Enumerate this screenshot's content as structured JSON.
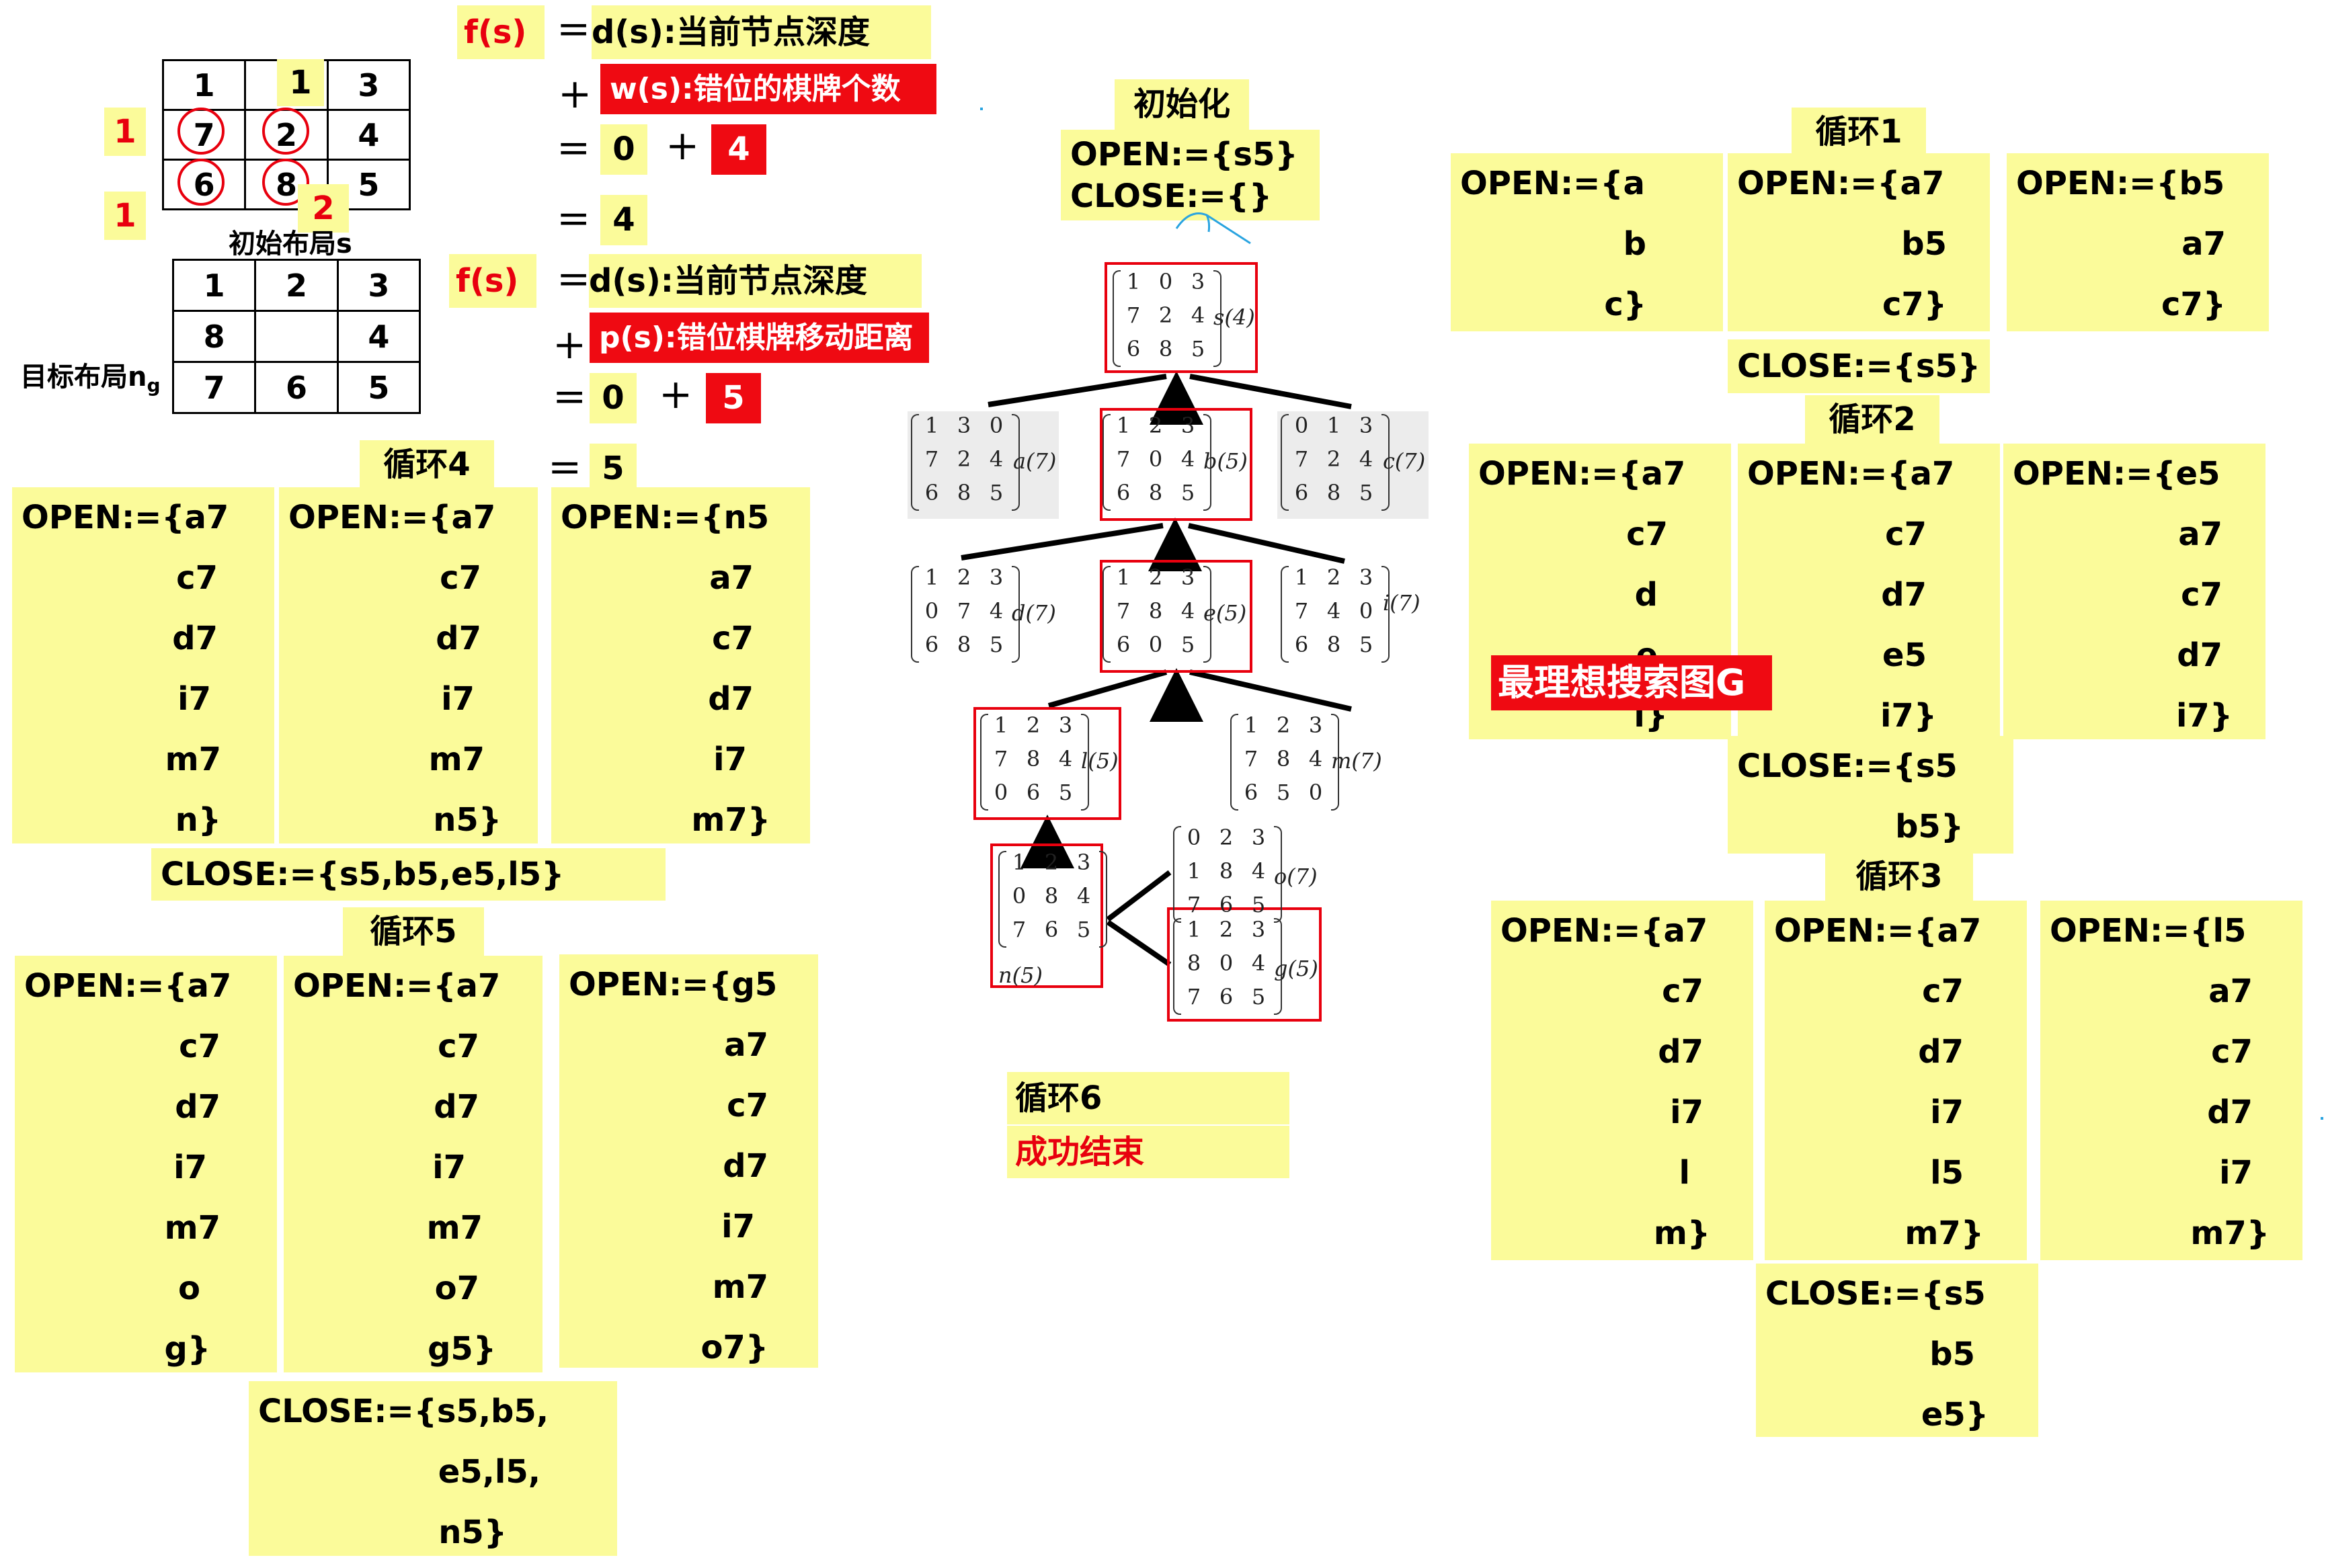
{
  "initial": {
    "grid": [
      [
        "1",
        "",
        "3"
      ],
      [
        "7",
        "2",
        "4"
      ],
      [
        "6",
        "8",
        "5"
      ]
    ],
    "label": "初始布局s",
    "marks": {
      "m1": "1",
      "m2": "1",
      "m3": "1",
      "m4": "2"
    }
  },
  "goal": {
    "grid": [
      [
        "1",
        "2",
        "3"
      ],
      [
        "8",
        "",
        "4"
      ],
      [
        "7",
        "6",
        "5"
      ]
    ],
    "label": "目标布局n",
    "sub": "g"
  },
  "formula1": {
    "f": "f(s)",
    "d": "d(s):当前节点深度",
    "w": "w(s):错位的棋牌个数",
    "zero": "0",
    "val": "4",
    "res": "4"
  },
  "formula2": {
    "f": "f(s)",
    "d": "d(s):当前节点深度",
    "p": "p(s):错位棋牌移动距离",
    "zero": "0",
    "val": "5",
    "res": "5"
  },
  "ops": {
    "eq": "=",
    "plus": "+"
  },
  "init": {
    "title": "初始化",
    "lines": [
      "OPEN:={s5}",
      "CLOSE:={}"
    ]
  },
  "loop1": {
    "title": "循环1",
    "c1": [
      "OPEN:={a",
      "b",
      "c}"
    ],
    "c2": [
      "OPEN:={a7",
      "b5",
      "c7}"
    ],
    "c3": [
      "OPEN:={b5",
      "a7",
      "c7}"
    ],
    "close": "CLOSE:={s5}"
  },
  "loop2": {
    "title": "循环2",
    "c1": [
      "OPEN:={a7",
      "c7",
      "d",
      "e",
      "i}"
    ],
    "c2": [
      "OPEN:={a7",
      "c7",
      "d7",
      "e5",
      "i7}"
    ],
    "c3": [
      "OPEN:={e5",
      "a7",
      "c7",
      "d7",
      "i7}"
    ],
    "close": [
      "CLOSE:={s5",
      "b5}"
    ],
    "overlay": "最理想搜索图G"
  },
  "loop3": {
    "title": "循环3",
    "c1": [
      "OPEN:={a7",
      "c7",
      "d7",
      "i7",
      "l",
      "m}"
    ],
    "c2": [
      "OPEN:={a7",
      "c7",
      "d7",
      "i7",
      "l5",
      "m7}"
    ],
    "c3": [
      "OPEN:={l5",
      "a7",
      "c7",
      "d7",
      "i7",
      "m7}"
    ],
    "close": [
      "CLOSE:={s5",
      "b5",
      "e5}"
    ]
  },
  "loop4": {
    "title": "循环4",
    "c1": [
      "OPEN:={a7",
      "c7",
      "d7",
      "i7",
      "m7",
      "n}"
    ],
    "c2": [
      "OPEN:={a7",
      "c7",
      "d7",
      "i7",
      "m7",
      "n5}"
    ],
    "c3": [
      "OPEN:={n5",
      "a7",
      "c7",
      "d7",
      "i7",
      "m7}"
    ],
    "close": "CLOSE:={s5,b5,e5,l5}"
  },
  "loop5": {
    "title": "循环5",
    "c1": [
      "OPEN:={a7",
      "c7",
      "d7",
      "i7",
      "m7",
      "o",
      "g}"
    ],
    "c2": [
      "OPEN:={a7",
      "c7",
      "d7",
      "i7",
      "m7",
      "o7",
      "g5}"
    ],
    "c3": [
      "OPEN:={g5",
      "a7",
      "c7",
      "d7",
      "i7",
      "m7",
      "o7}"
    ],
    "close": [
      "CLOSE:={s5,b5,",
      "e5,l5,",
      "n5}"
    ]
  },
  "loop6": {
    "title": "循环6",
    "end": "成功结束"
  },
  "tree": {
    "s": {
      "m": [
        [
          "1",
          "0",
          "3"
        ],
        [
          "7",
          "2",
          "4"
        ],
        [
          "6",
          "8",
          "5"
        ]
      ],
      "label": "s(4)"
    },
    "a": {
      "m": [
        [
          "1",
          "3",
          "0"
        ],
        [
          "7",
          "2",
          "4"
        ],
        [
          "6",
          "8",
          "5"
        ]
      ],
      "label": "a(7)"
    },
    "b": {
      "m": [
        [
          "1",
          "2",
          "3"
        ],
        [
          "7",
          "0",
          "4"
        ],
        [
          "6",
          "8",
          "5"
        ]
      ],
      "label": "b(5)"
    },
    "c": {
      "m": [
        [
          "0",
          "1",
          "3"
        ],
        [
          "7",
          "2",
          "4"
        ],
        [
          "6",
          "8",
          "5"
        ]
      ],
      "label": "c(7)"
    },
    "d": {
      "m": [
        [
          "1",
          "2",
          "3"
        ],
        [
          "0",
          "7",
          "4"
        ],
        [
          "6",
          "8",
          "5"
        ]
      ],
      "label": "d(7)"
    },
    "e": {
      "m": [
        [
          "1",
          "2",
          "3"
        ],
        [
          "7",
          "8",
          "4"
        ],
        [
          "6",
          "0",
          "5"
        ]
      ],
      "label": "e(5)"
    },
    "i": {
      "m": [
        [
          "1",
          "2",
          "3"
        ],
        [
          "7",
          "4",
          "0"
        ],
        [
          "6",
          "8",
          "5"
        ]
      ],
      "label": "i(7)"
    },
    "l": {
      "m": [
        [
          "1",
          "2",
          "3"
        ],
        [
          "7",
          "8",
          "4"
        ],
        [
          "0",
          "6",
          "5"
        ]
      ],
      "label": "l(5)"
    },
    "mm": {
      "m": [
        [
          "1",
          "2",
          "3"
        ],
        [
          "7",
          "8",
          "4"
        ],
        [
          "6",
          "5",
          "0"
        ]
      ],
      "label": "m(7)"
    },
    "n": {
      "m": [
        [
          "1",
          "2",
          "3"
        ],
        [
          "0",
          "8",
          "4"
        ],
        [
          "7",
          "6",
          "5"
        ]
      ],
      "label": "n(5)"
    },
    "o": {
      "m": [
        [
          "0",
          "2",
          "3"
        ],
        [
          "1",
          "8",
          "4"
        ],
        [
          "7",
          "6",
          "5"
        ]
      ],
      "label": "o(7)"
    },
    "g": {
      "m": [
        [
          "1",
          "2",
          "3"
        ],
        [
          "8",
          "0",
          "4"
        ],
        [
          "7",
          "6",
          "5"
        ]
      ],
      "label": "g(5)"
    }
  },
  "colors": {
    "note": "#fbfb9a",
    "red": "#ef0a12",
    "redText": "#e8000e"
  }
}
